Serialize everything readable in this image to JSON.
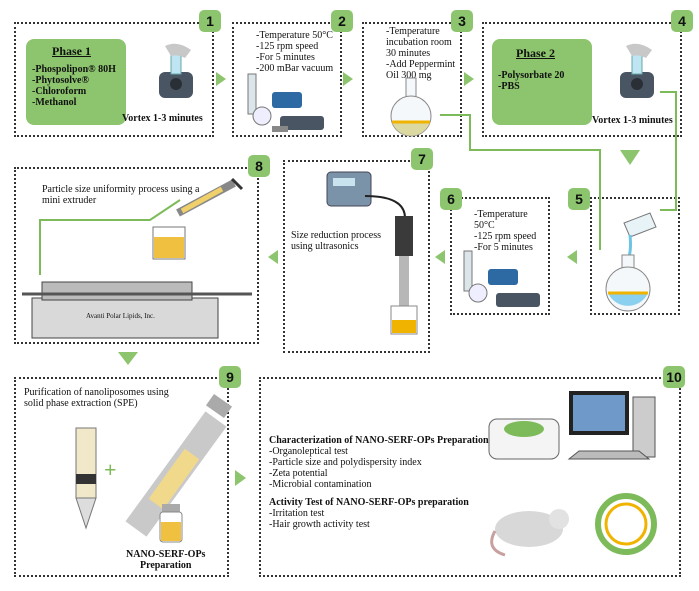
{
  "steps": {
    "s1": {
      "num": "1",
      "phase_title": "Phase 1",
      "ingredients": "-Phospolipon® 80H\n-Phytosolve®\n-Chloroform\n-Methanol",
      "vortex": "Vortex 1-3 minutes"
    },
    "s2": {
      "num": "2",
      "conditions": "-Temperature 50°C\n-125 rpm speed\n-For 5 minutes\n-200 mBar vacuum"
    },
    "s3": {
      "num": "3",
      "conditions": "-Temperature\nincubation room\n30 minutes\n-Add Peppermint\nOil 300 mg"
    },
    "s4": {
      "num": "4",
      "phase_title": "Phase 2",
      "ingredients": "-Polysorbate 20\n-PBS",
      "vortex": "Vortex 1-3 minutes"
    },
    "s5": {
      "num": "5"
    },
    "s6": {
      "num": "6",
      "conditions": "-Temperature 50°C\n-125 rpm speed\n-For 5 minutes"
    },
    "s7": {
      "num": "7",
      "caption": "Size reduction process\nusing ultrasonics"
    },
    "s8": {
      "num": "8",
      "caption": "Particle size uniformity process using a\nmini extruder",
      "brand": "Avanti Polar Lipids, Inc."
    },
    "s9": {
      "num": "9",
      "caption": "Purification of nanoliposomes using\nsolid phase extraction (SPE)",
      "product": "NANO-SERF-OPs\nPreparation"
    },
    "s10": {
      "num": "10",
      "char_title": "Characterization of NANO-SERF-OPs Preparation",
      "char_items": "-Organoleptical test\n-Particle size and polydispersity index\n-Zeta potential\n-Microbial contamination",
      "act_title": "Activity Test of NANO-SERF-OPs preparation",
      "act_items": "-Irritation test\n-Hair growth activity test"
    }
  },
  "colors": {
    "accent": "#8cc56d",
    "line": "#7dbb5a"
  }
}
